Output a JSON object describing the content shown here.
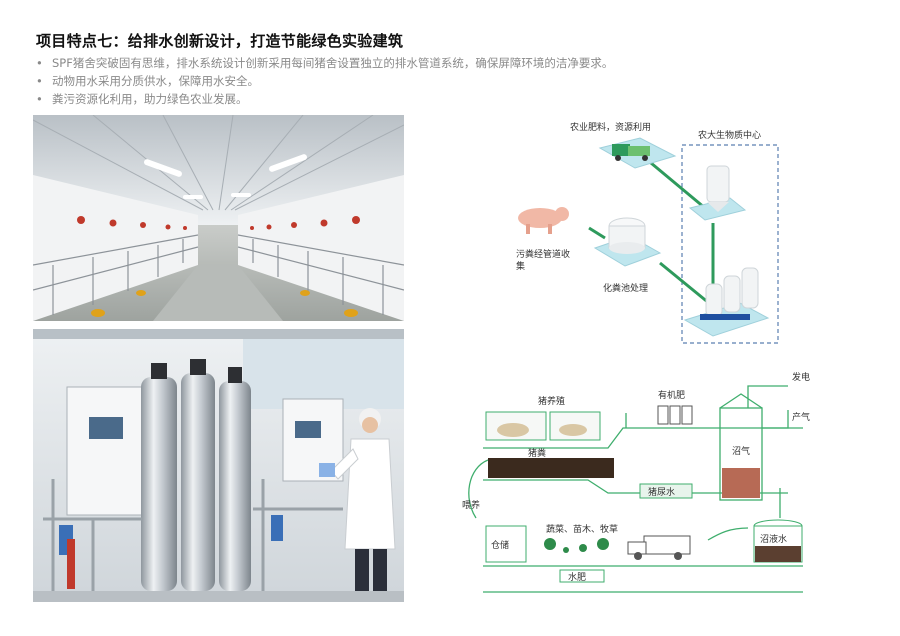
{
  "header": {
    "title": "项目特点七：给排水创新设计，打造节能绿色实验建筑"
  },
  "bullets": [
    "SPF猪舍突破固有思维，排水系统设计创新采用每间猪舍设置独立的排水管道系统，确保屏障环境的洁净要求。",
    "动物用水采用分质供水，保障用水安全。",
    "粪污资源化利用，助力绿色农业发展。"
  ],
  "bioDiagram": {
    "fertilizer_label": "农业肥料，资源利用",
    "biomass_center_label": "农大生物质中心",
    "sewage_label_line1": "污粪经管道收",
    "sewage_label_line2": "集",
    "tank_label": "化粪池处理"
  },
  "cycleDiagram": {
    "pigfarm_label": "猪养殖",
    "organic_fertilizer_label": "有机肥",
    "power_label": "发电",
    "gas_production_label": "产气",
    "manure_label": "猪粪",
    "biogas_label": "沼气",
    "urine_label": "猪尿水",
    "feed_label": "喂养",
    "storage_label": "仓储",
    "crops_label": "蔬菜、苗木、牧草",
    "slurry_label": "沼液水",
    "water_fertilizer_label": "水肥"
  },
  "colors": {
    "accent_green": "#3fae6d",
    "pipe_green": "#2e9a5c",
    "platform_cyan": "#bfe6ee",
    "dash_blue": "#5a7fb0"
  }
}
